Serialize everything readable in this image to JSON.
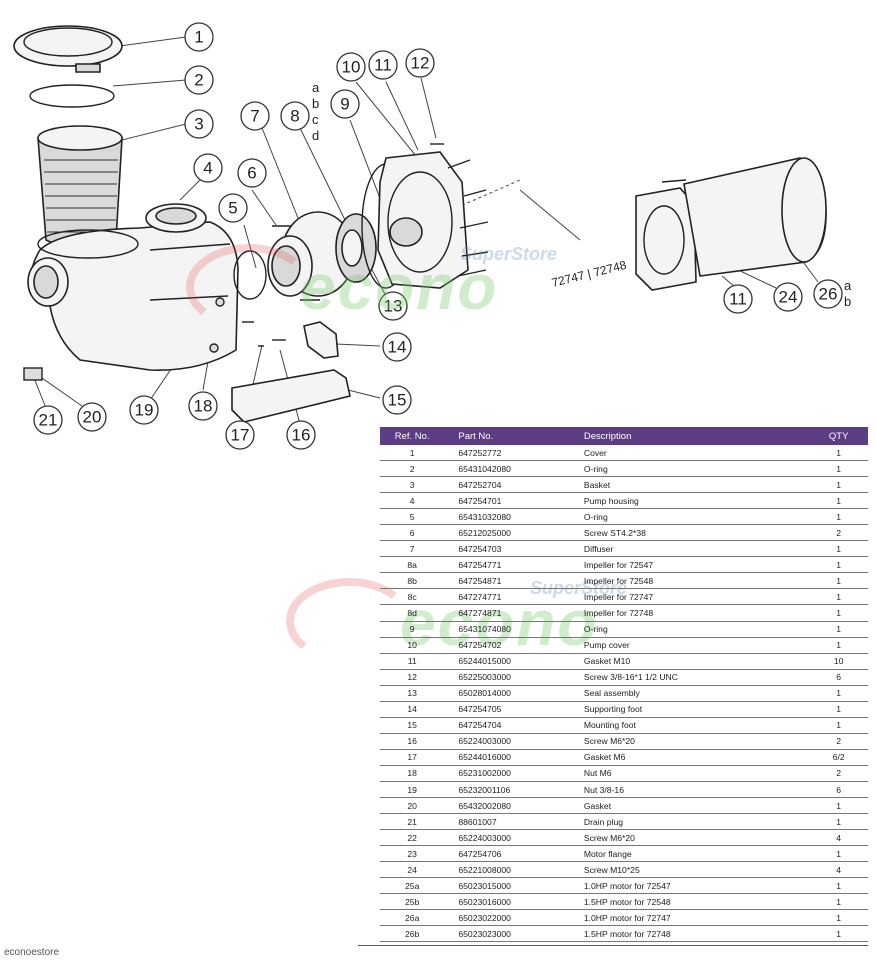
{
  "diagram": {
    "callouts": [
      "1",
      "2",
      "3",
      "4",
      "5",
      "6",
      "7",
      "8",
      "9",
      "10",
      "11",
      "12",
      "13",
      "14",
      "15",
      "16",
      "17",
      "18",
      "19",
      "20",
      "21",
      "11",
      "24",
      "26"
    ],
    "variant_letters_8": [
      "a",
      "b",
      "c",
      "d"
    ],
    "variant_letters_26": [
      "a",
      "b"
    ],
    "model_label": "72747 | 72748"
  },
  "watermark": {
    "subtitle": "SuperStore",
    "main": "econo"
  },
  "table": {
    "headers": {
      "ref": "Ref. No.",
      "part": "Part No.",
      "desc": "Description",
      "qty": "QTY"
    },
    "header_color": "#5a3d83",
    "rows": [
      {
        "ref": "1",
        "part": "647252772",
        "desc": "Cover",
        "qty": "1"
      },
      {
        "ref": "2",
        "part": "65431042080",
        "desc": "O-ring",
        "qty": "1"
      },
      {
        "ref": "3",
        "part": "647252704",
        "desc": "Basket",
        "qty": "1"
      },
      {
        "ref": "4",
        "part": "647254701",
        "desc": "Pump housing",
        "qty": "1"
      },
      {
        "ref": "5",
        "part": "65431032080",
        "desc": "O-ring",
        "qty": "1"
      },
      {
        "ref": "6",
        "part": "65212025000",
        "desc": "Screw ST4.2*38",
        "qty": "2"
      },
      {
        "ref": "7",
        "part": "647254703",
        "desc": "Diffuser",
        "qty": "1"
      },
      {
        "ref": "8a",
        "part": "647254771",
        "desc": "Impeller for 72547",
        "qty": "1"
      },
      {
        "ref": "8b",
        "part": "647254871",
        "desc": "Impeller for 72548",
        "qty": "1"
      },
      {
        "ref": "8c",
        "part": "647274771",
        "desc": "Impeller for 72747",
        "qty": "1"
      },
      {
        "ref": "8d",
        "part": "647274871",
        "desc": "Impeller for 72748",
        "qty": "1"
      },
      {
        "ref": "9",
        "part": "65431074080",
        "desc": "O-ring",
        "qty": "1"
      },
      {
        "ref": "10",
        "part": "647254702",
        "desc": "Pump cover",
        "qty": "1"
      },
      {
        "ref": "11",
        "part": "65244015000",
        "desc": "Gasket M10",
        "qty": "10"
      },
      {
        "ref": "12",
        "part": "65225003000",
        "desc": "Screw 3/8-16*1 1/2 UNC",
        "qty": "6"
      },
      {
        "ref": "13",
        "part": "65028014000",
        "desc": "Seal assembly",
        "qty": "1"
      },
      {
        "ref": "14",
        "part": "647254705",
        "desc": "Supporting foot",
        "qty": "1"
      },
      {
        "ref": "15",
        "part": "647254704",
        "desc": "Mounting foot",
        "qty": "1"
      },
      {
        "ref": "16",
        "part": "65224003000",
        "desc": "Screw M6*20",
        "qty": "2"
      },
      {
        "ref": "17",
        "part": "65244016000",
        "desc": "Gasket M6",
        "qty": "6/2"
      },
      {
        "ref": "18",
        "part": "65231002000",
        "desc": "Nut M6",
        "qty": "2"
      },
      {
        "ref": "19",
        "part": "65232001106",
        "desc": "Nut 3/8-16",
        "qty": "6"
      },
      {
        "ref": "20",
        "part": "65432002080",
        "desc": "Gasket",
        "qty": "1"
      },
      {
        "ref": "21",
        "part": "88601007",
        "desc": "Drain plug",
        "qty": "1"
      },
      {
        "ref": "22",
        "part": "65224003000",
        "desc": "Screw M6*20",
        "qty": "4"
      },
      {
        "ref": "23",
        "part": "647254706",
        "desc": "Motor flange",
        "qty": "1"
      },
      {
        "ref": "24",
        "part": "65221008000",
        "desc": "Screw M10*25",
        "qty": "4"
      },
      {
        "ref": "25a",
        "part": "65023015000",
        "desc": "1.0HP motor for 72547",
        "qty": "1"
      },
      {
        "ref": "25b",
        "part": "65023016000",
        "desc": "1.5HP motor for 72548",
        "qty": "1"
      },
      {
        "ref": "26a",
        "part": "65023022000",
        "desc": "1.0HP motor for 72747",
        "qty": "1"
      },
      {
        "ref": "26b",
        "part": "65023023000",
        "desc": "1.5HP motor for 72748",
        "qty": "1"
      }
    ]
  },
  "footer": {
    "text": "econoestore"
  }
}
